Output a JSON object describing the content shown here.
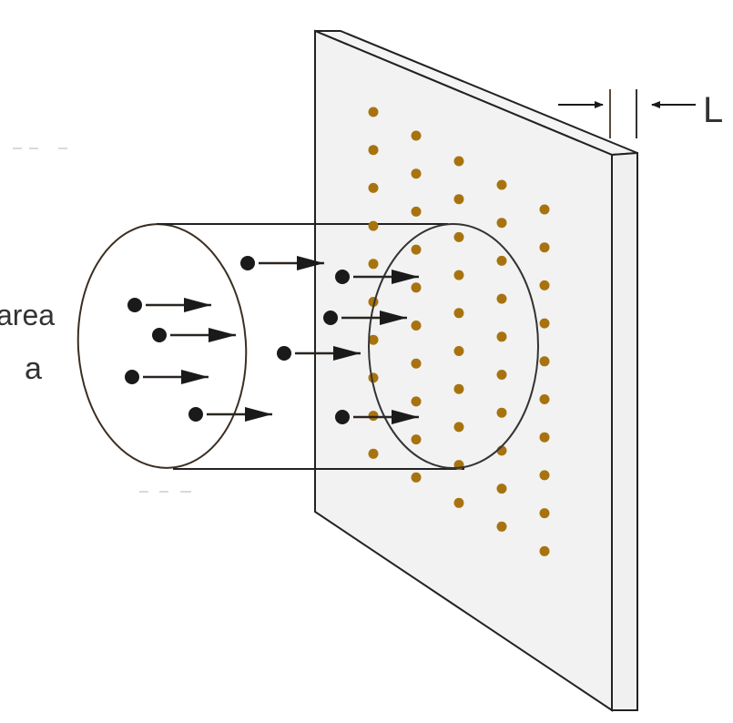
{
  "labels": {
    "area": "area",
    "area_symbol": "a",
    "thickness_symbol": "L"
  },
  "colors": {
    "plate_face": "#f2f2f2",
    "lattice_dot": "#a8730f",
    "particle": "#1a1a1a",
    "outline": "#222222",
    "ellipse_outline": "#3a2e22"
  },
  "icons": {
    "particle": "filled-circle",
    "velocity": "right-arrow"
  }
}
